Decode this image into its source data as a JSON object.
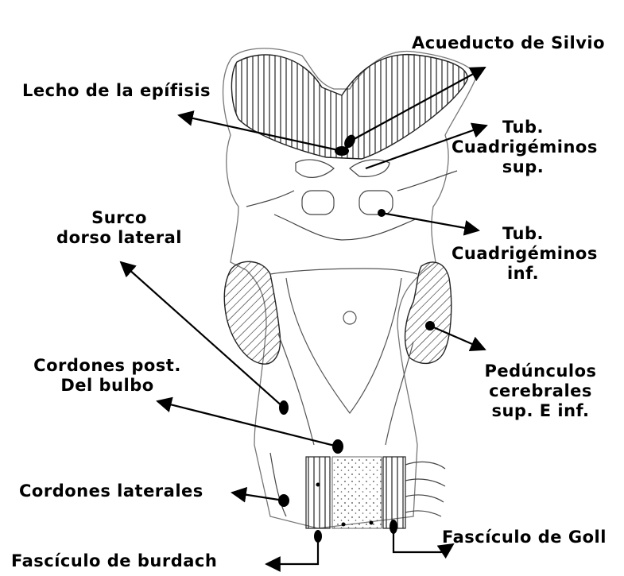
{
  "labels": {
    "acueducto": "Acueducto de Silvio",
    "lecho": "Lecho de la epífisis",
    "tub_sup": [
      "Tub.",
      "Cuadrigéminos",
      "sup."
    ],
    "surco": [
      "Surco",
      "dorso lateral"
    ],
    "tub_inf": [
      "Tub.",
      "Cuadrigéminos",
      "inf."
    ],
    "cordones_post": [
      "Cordones post.",
      "Del bulbo"
    ],
    "pedunculos": [
      "Pedúnculos",
      "cerebrales",
      "sup. E inf."
    ],
    "cordones_lat": "Cordones laterales",
    "goll": "Fascículo de Goll",
    "burdach": "Fascículo de burdach"
  }
}
